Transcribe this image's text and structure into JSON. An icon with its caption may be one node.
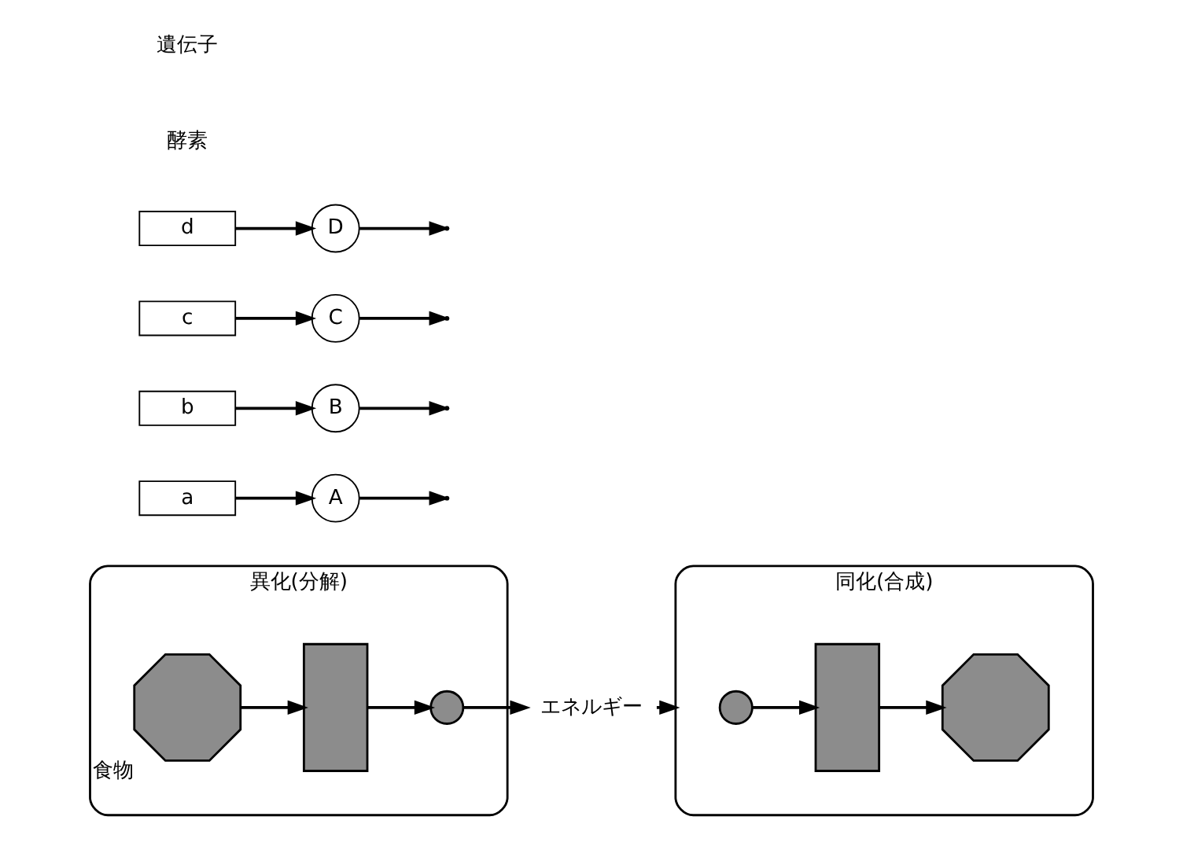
{
  "diagram": {
    "nodes": [
      {
        "text": [
          "異化(分解)"
        ]
      },
      {
        "text": [],
        "shape": "octagon",
        "in": 0,
        "beside": [
          "食物"
        ]
      },
      {
        "text": [],
        "shape": "box",
        "in": 0
      },
      {
        "text": [],
        "shape": "circle",
        "in": 0
      },
      {
        "text": [
          "エネルギー"
        ]
      },
      {
        "text": [
          "同化(合成)"
        ]
      },
      {
        "text": [],
        "shape": "circle",
        "in": 5
      },
      {
        "text": [],
        "shape": "box",
        "in": 5
      },
      {
        "text": [],
        "shape": "octagon",
        "in": 5
      },
      {
        "text": [
          "A"
        ]
      },
      {
        "text": [
          "B"
        ]
      },
      {
        "text": [
          "a"
        ]
      },
      {
        "text": [
          "b"
        ]
      },
      {
        "text": [
          "C"
        ]
      },
      {
        "text": [
          "D"
        ]
      },
      {
        "text": [
          "c"
        ]
      },
      {
        "text": [
          "d"
        ]
      }
    ],
    "edges": [
      {
        "from": 1,
        "to": 2,
        "arrow": "to"
      },
      {
        "from": 2,
        "to": 3,
        "arrow": "to"
      },
      {
        "from": 3,
        "to": 4,
        "arrow": "to"
      },
      {
        "from": 4,
        "to": 5,
        "arrow": "to"
      },
      {
        "from": 6,
        "to": 7,
        "arrow": "to"
      },
      {
        "from": 7,
        "to": 8,
        "arrow": "to"
      },
      {
        "from": 9,
        "to": null,
        "arrow": "to"
      },
      {
        "from": 10,
        "to": null,
        "arrow": "to"
      },
      {
        "from": 11,
        "to": 9,
        "arrow": "to"
      },
      {
        "from": 12,
        "to": 10,
        "arrow": "to"
      },
      {
        "from": 13,
        "to": null,
        "arrow": "to"
      },
      {
        "from": 14,
        "to": null,
        "arrow": "to"
      },
      {
        "from": 15,
        "to": 13,
        "arrow": "to"
      },
      {
        "from": 16,
        "to": 14,
        "arrow": "to"
      }
    ],
    "labels": [
      "酵素",
      "遺伝子"
    ]
  }
}
